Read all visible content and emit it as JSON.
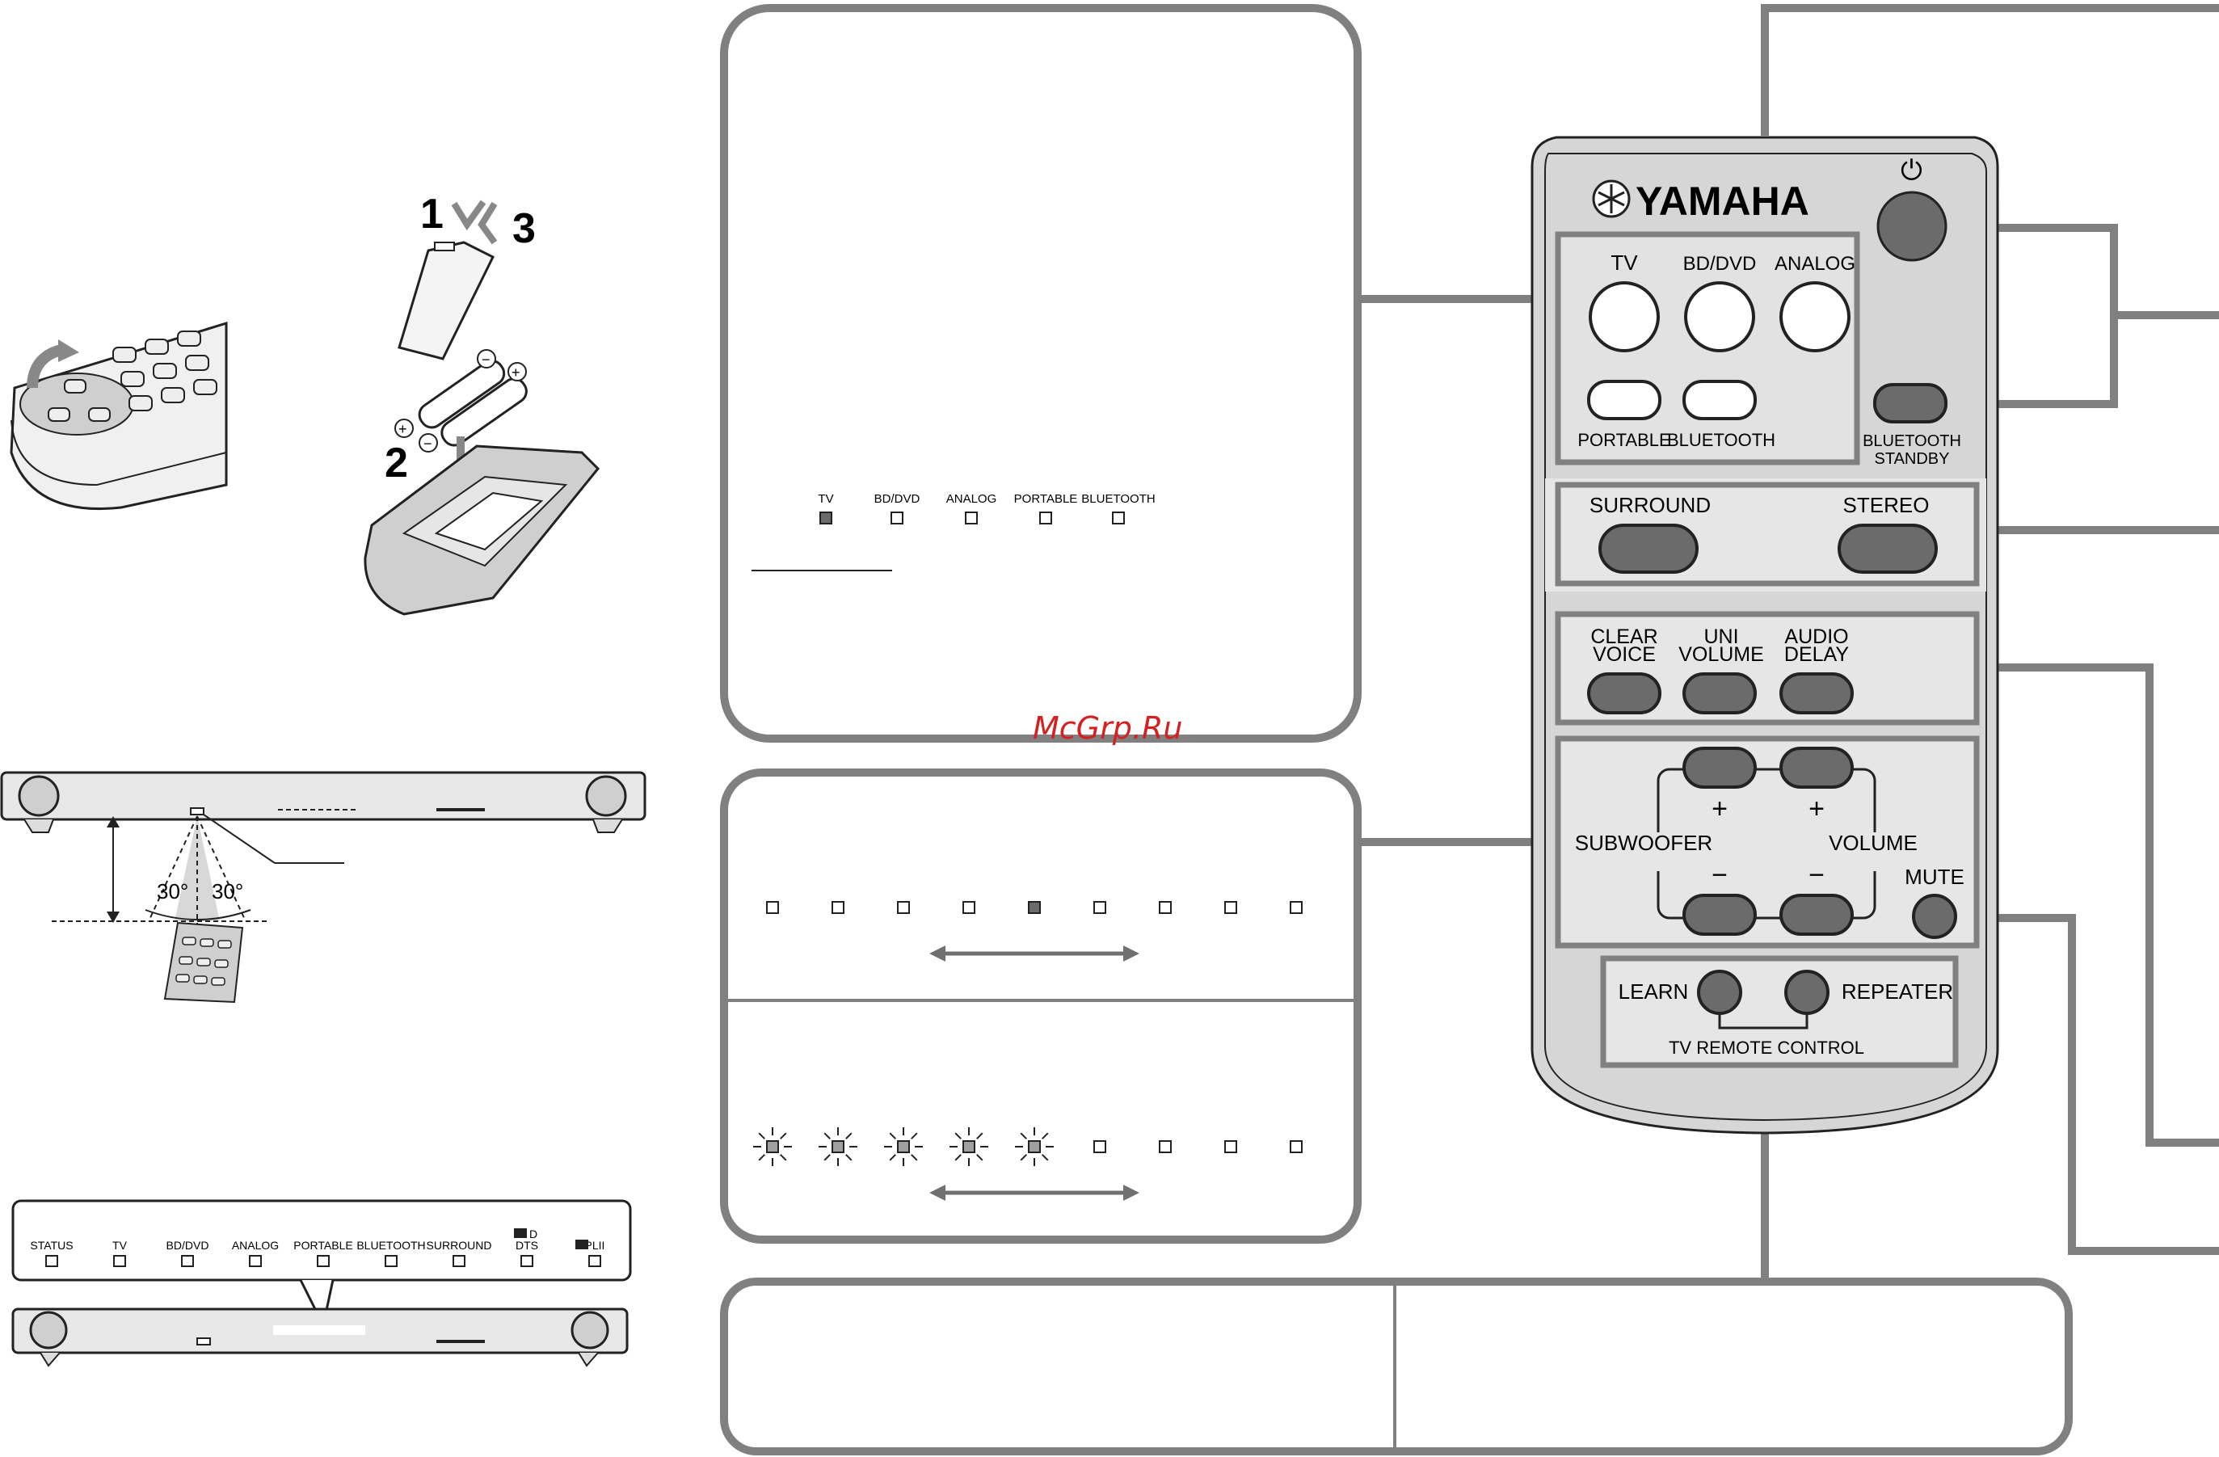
{
  "watermark": "McGrp.Ru",
  "battery_steps": {
    "step1": "1",
    "step2": "2",
    "step3": "3",
    "plus": "+",
    "minus": "−"
  },
  "remote": {
    "brand": "YAMAHA",
    "power_symbol": "⏻",
    "input_buttons": {
      "tv": "TV",
      "bd_dvd": "BD/DVD",
      "analog": "ANALOG",
      "portable": "PORTABLE",
      "bluetooth": "BLUETOOTH"
    },
    "bluetooth_standby": [
      "BLUETOOTH",
      "STANDBY"
    ],
    "surround": "SURROUND",
    "stereo": "STEREO",
    "clear_voice": [
      "CLEAR",
      "VOICE"
    ],
    "uni_volume": [
      "UNI",
      "VOLUME"
    ],
    "audio_delay": [
      "AUDIO",
      "DELAY"
    ],
    "subwoofer": "SUBWOOFER",
    "volume": "VOLUME",
    "plus": "+",
    "minus": "−",
    "mute": "MUTE",
    "learn": "LEARN",
    "repeater": "REPEATER",
    "tv_remote_control": "TV REMOTE CONTROL"
  },
  "input_indicator_panel": {
    "labels": [
      "TV",
      "BD/DVD",
      "ANALOG",
      "PORTABLE",
      "BLUETOOTH"
    ],
    "lit_index": 0
  },
  "level_panel": {
    "indicator_count": 9,
    "lit_index": 4,
    "blinking_count": 5
  },
  "range_diagram": {
    "angle_left": "30°",
    "angle_right": "30°"
  },
  "front_panel": {
    "labels": [
      "STATUS",
      "TV",
      "BD/DVD",
      "ANALOG",
      "PORTABLE",
      "BLUETOOTH",
      "SURROUND",
      "DTS",
      "PLII"
    ],
    "dolby_digital_mark": "D",
    "dolby_pl_mark": "PLII"
  },
  "colors": {
    "line": "#808080",
    "button_dark": "#6b6b6b",
    "remote_body": "#d9d9d9",
    "panel_bg": "#e8e8e8",
    "watermark": "#d42020"
  }
}
